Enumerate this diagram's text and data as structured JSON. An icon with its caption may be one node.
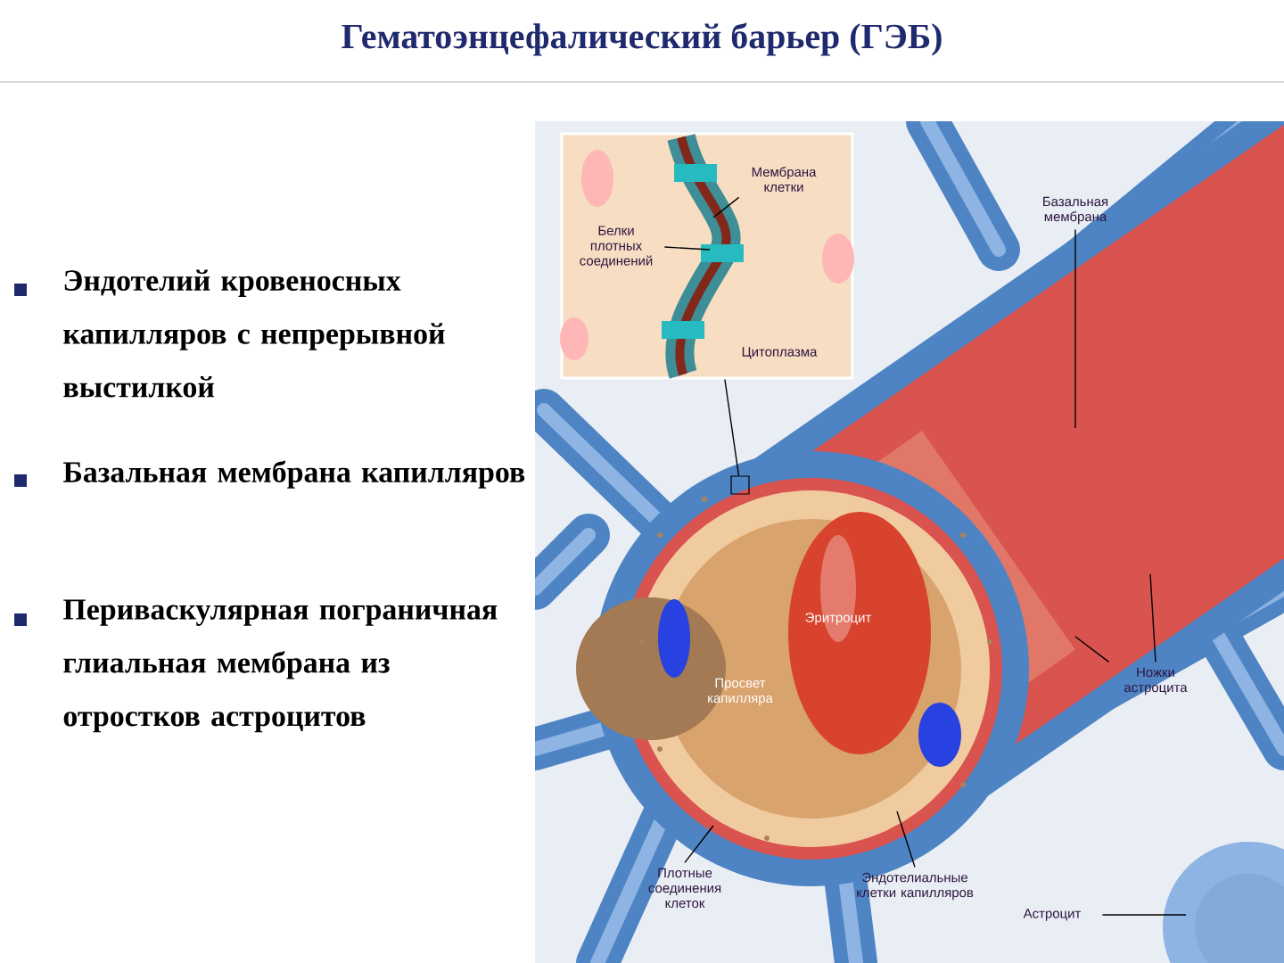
{
  "diagram": {
    "title": "Гематоэнцефалический барьер (ГЭБ)",
    "nodes": [
      {
        "text": [],
        "shape": "picture"
      },
      {
        "text": [
          "Мембрана клетки"
        ],
        "in": 0
      },
      {
        "text": [
          "Белки плотных соединений"
        ],
        "in": 0
      },
      {
        "text": [
          "Базальная мембрана"
        ]
      },
      {
        "text": [
          "Ножки астроцита"
        ]
      },
      {
        "text": [
          "Плотные соединения клеток"
        ]
      },
      {
        "text": [
          "Эндотелиальные клетки капилляров"
        ]
      },
      {
        "text": [
          "Астроцит"
        ]
      },
      {
        "text": [],
        "shape": "box"
      }
    ],
    "edges": [
      {
        "from": 0,
        "to": 8,
        "arrow": "none"
      },
      {
        "from": 1,
        "to": null,
        "arrow": "none"
      },
      {
        "from": 2,
        "to": null,
        "arrow": "none"
      },
      {
        "from": 3,
        "to": null,
        "arrow": "none"
      },
      {
        "from": 4,
        "to": null,
        "arrow": "none"
      },
      {
        "from": 4,
        "to": null,
        "arrow": "none"
      },
      {
        "from": 5,
        "to": null,
        "arrow": "none"
      },
      {
        "from": 6,
        "to": null,
        "arrow": "none"
      },
      {
        "from": 7,
        "to": null,
        "arrow": "none"
      }
    ],
    "labels": [
      "Эндотелий кровеносных капилляров с непрерывной выстилкой",
      "Базальная мембрана капилляров",
      "Периваскулярная пограничная глиальная мембрана из отростков астроцитов",
      "Цитоплазма",
      "Эритроцит",
      "Просвет капилляра"
    ]
  }
}
